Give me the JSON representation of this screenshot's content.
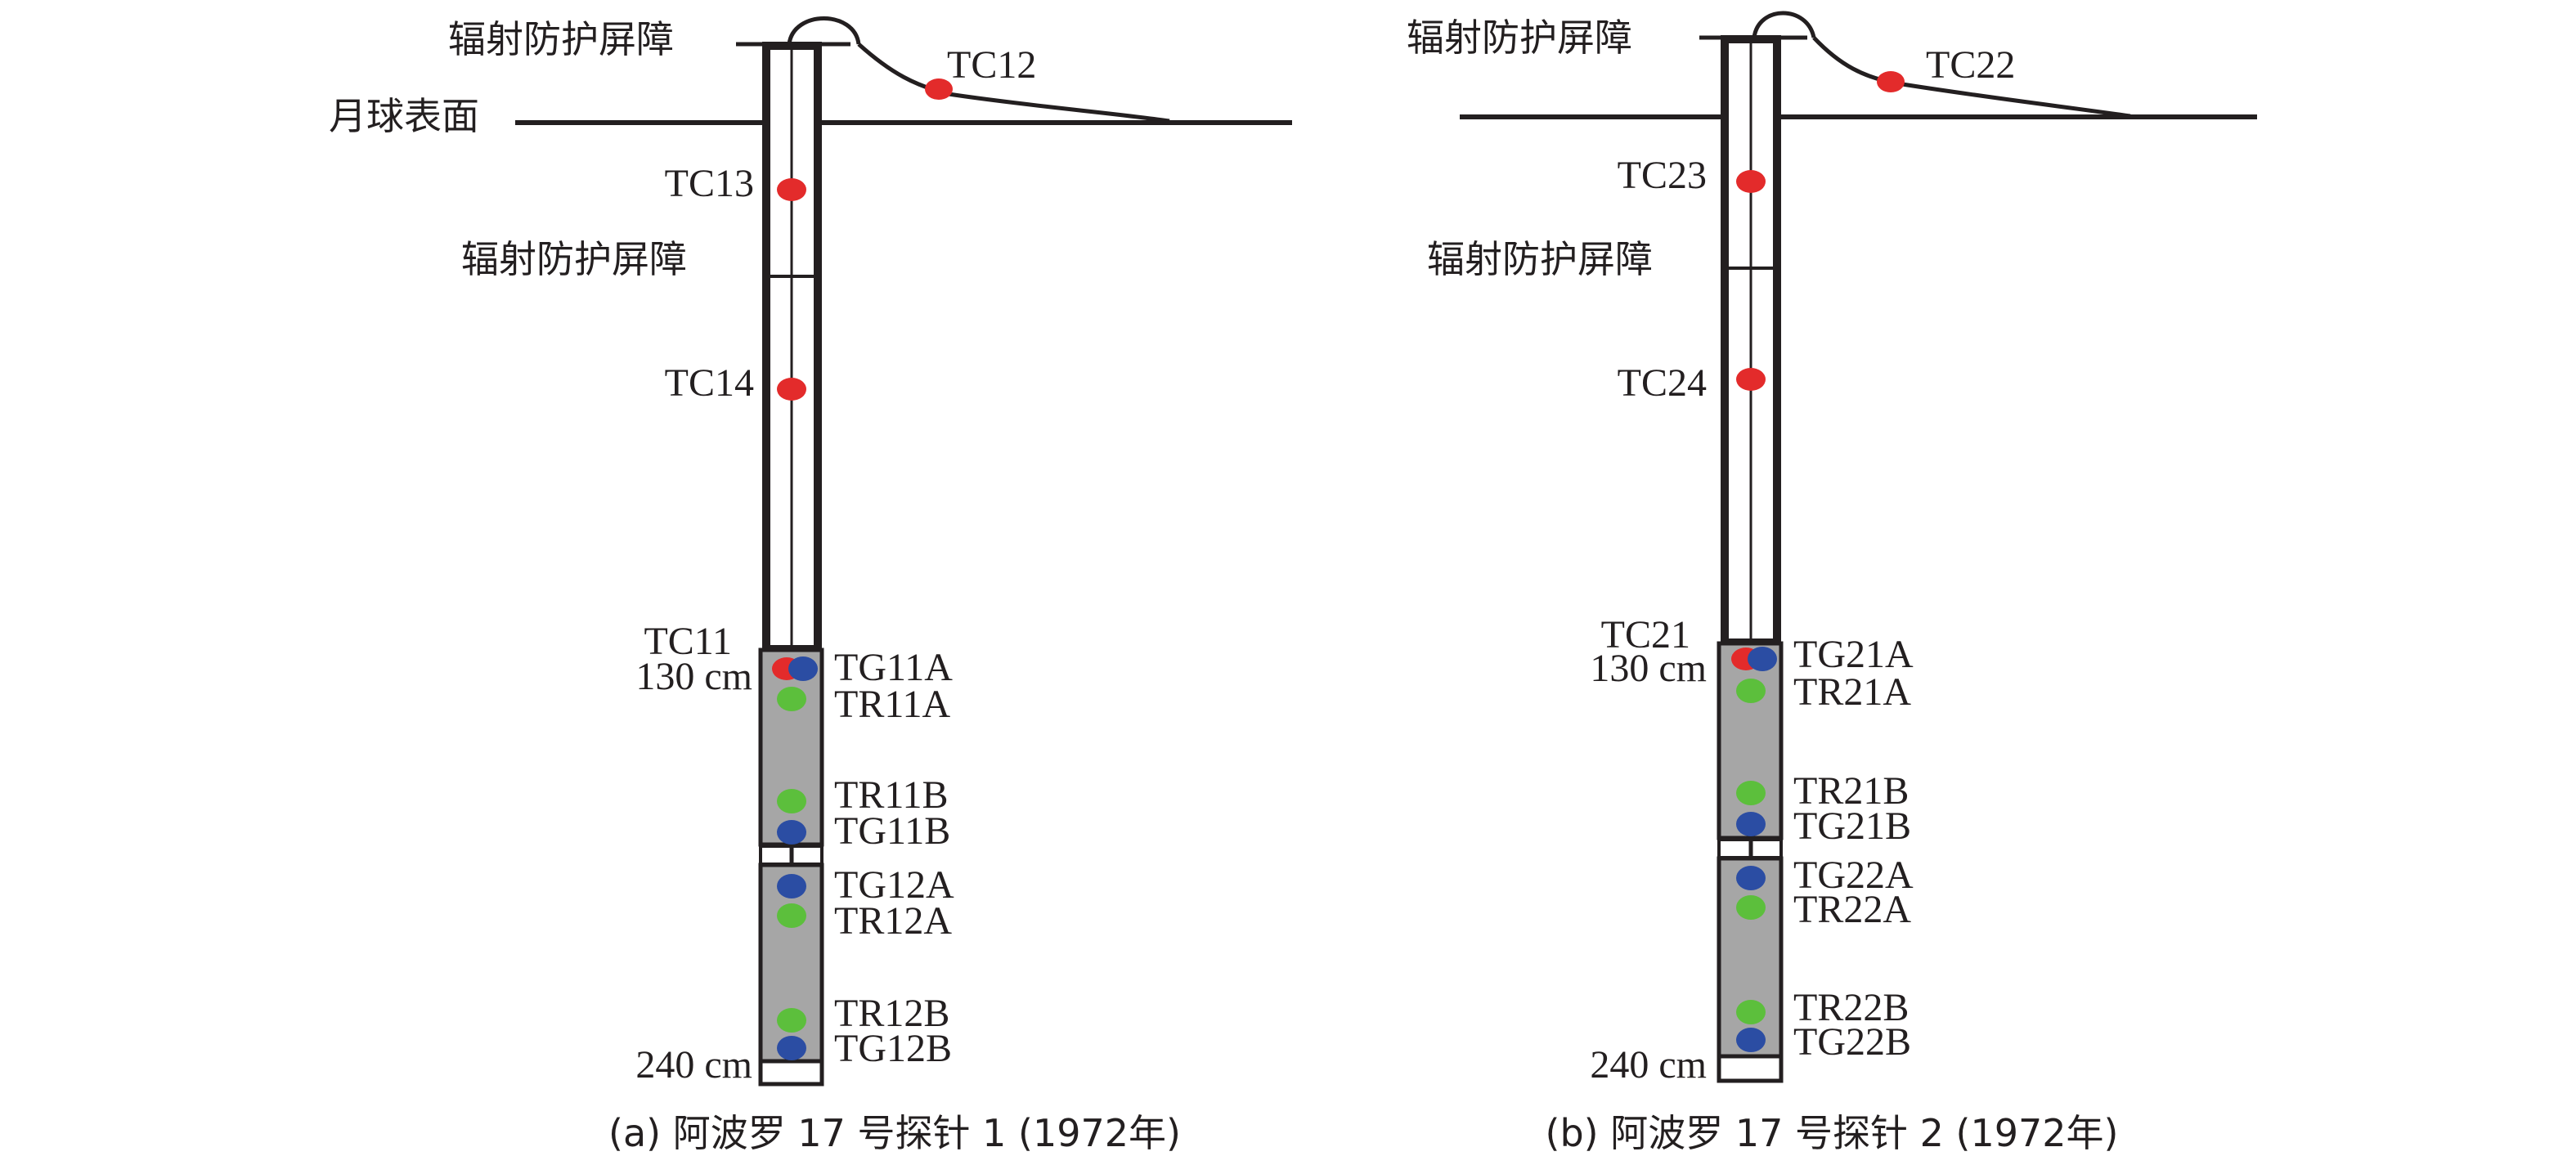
{
  "colors": {
    "line": "#231f20",
    "fill_gray": "#a6a6a6",
    "thermocouple_red": "#e32b2b",
    "sensor_blue": "#2b4da3",
    "sensor_green": "#5cbf3c"
  },
  "panels": [
    {
      "id": "a",
      "shield_top_label": "辐射防护屏障",
      "surface_label": "月球表面",
      "surface_probe_label": "TC12",
      "mid_shield_label": "辐射防护屏障",
      "upper_sensors": [
        "TC13",
        "TC14"
      ],
      "bottom_upper_label": "TC11",
      "depth_top_label": "130 cm",
      "depth_bottom_label": "240 cm",
      "right_labels": [
        "TG11A",
        "TR11A",
        "TR11B",
        "TG11B",
        "TG12A",
        "TR12A",
        "TR12B",
        "TG12B"
      ],
      "caption": "(a) 阿波罗 17 号探针 1 (1972年)"
    },
    {
      "id": "b",
      "shield_top_label": "辐射防护屏障",
      "surface_label": "",
      "surface_probe_label": "TC22",
      "mid_shield_label": "辐射防护屏障",
      "upper_sensors": [
        "TC23",
        "TC24"
      ],
      "bottom_upper_label": "TC21",
      "depth_top_label": "130 cm",
      "depth_bottom_label": "240 cm",
      "right_labels": [
        "TG21A",
        "TR21A",
        "TR21B",
        "TG21B",
        "TG22A",
        "TR22A",
        "TR22B",
        "TG22B"
      ],
      "caption": "(b) 阿波罗 17 号探针 2 (1972年)"
    }
  ]
}
